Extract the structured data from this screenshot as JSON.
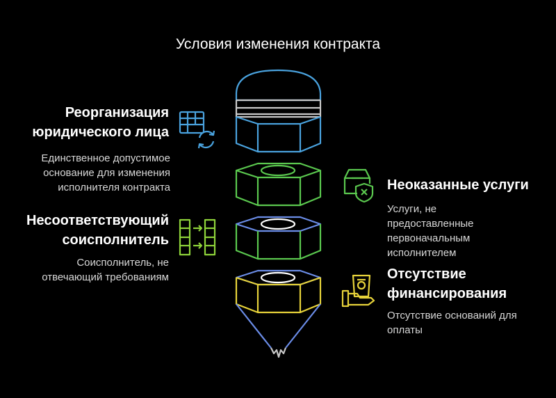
{
  "title": "Условия изменения контракта",
  "items": [
    {
      "heading": [
        "Реорганизация",
        "юридического лица"
      ],
      "desc": [
        "Единственное допустимое",
        "основание для изменения",
        "исполнителя контракта"
      ],
      "icon": "table-sync-icon",
      "color": "#4aa3df"
    },
    {
      "heading": [
        "Неоказанные услуги"
      ],
      "desc": [
        "Услуги, не",
        "предоставленные",
        "первоначальным",
        "исполнителем"
      ],
      "icon": "box-cancel-icon",
      "color": "#5bc94f"
    },
    {
      "heading": [
        "Несоответствующий",
        "соисполнитель"
      ],
      "desc": [
        "Соисполнитель, не",
        "отвечающий требованиям"
      ],
      "icon": "transfer-grid-icon",
      "color": "#8fd43a"
    },
    {
      "heading": [
        "Отсутствие",
        "финансирования"
      ],
      "desc": [
        "Отсутствие оснований для",
        "оплаты"
      ],
      "icon": "hand-money-icon",
      "color": "#e7d33a"
    }
  ],
  "colors": {
    "top_cap": "#4aa3df",
    "green_nut": "#5bc94f",
    "blue_nut": "#6b8de8",
    "yellow_nut": "#e7d33a",
    "cone": "#6b8de8",
    "tip": "#c9c9c9"
  }
}
